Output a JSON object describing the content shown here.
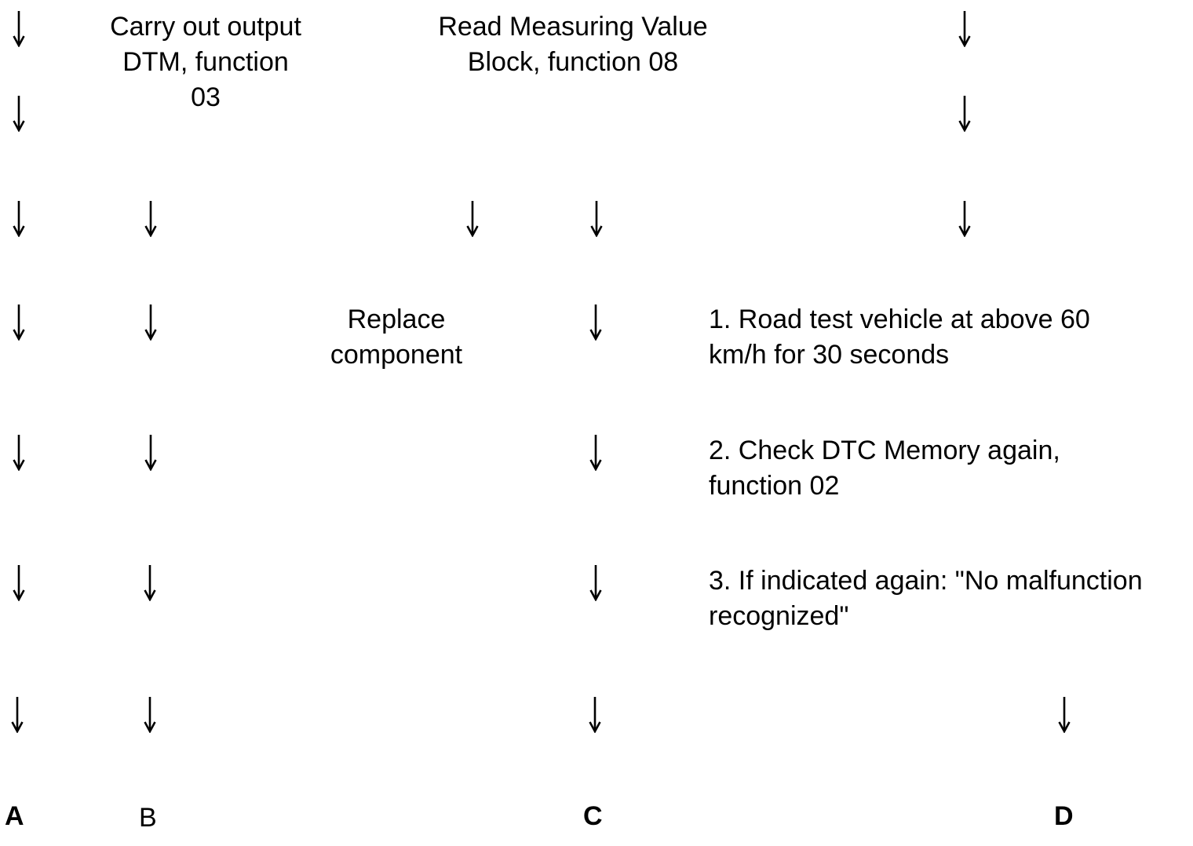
{
  "blocks": {
    "output_dtm": "Carry out output\nDTM, function\n03",
    "read_mvb": "Read Measuring Value\nBlock, function 08",
    "replace": "Replace\ncomponent",
    "step1": "1. Road test vehicle at above 60\nkm/h for 30 seconds",
    "step2": "2. Check DTC Memory again,\nfunction 02",
    "step3": "3. If indicated again: \"No malfunction\nrecognized\""
  },
  "paths": {
    "A": "A",
    "B": "B",
    "C": "C",
    "D": "D"
  },
  "arrow_icon": "down-arrow-icon"
}
